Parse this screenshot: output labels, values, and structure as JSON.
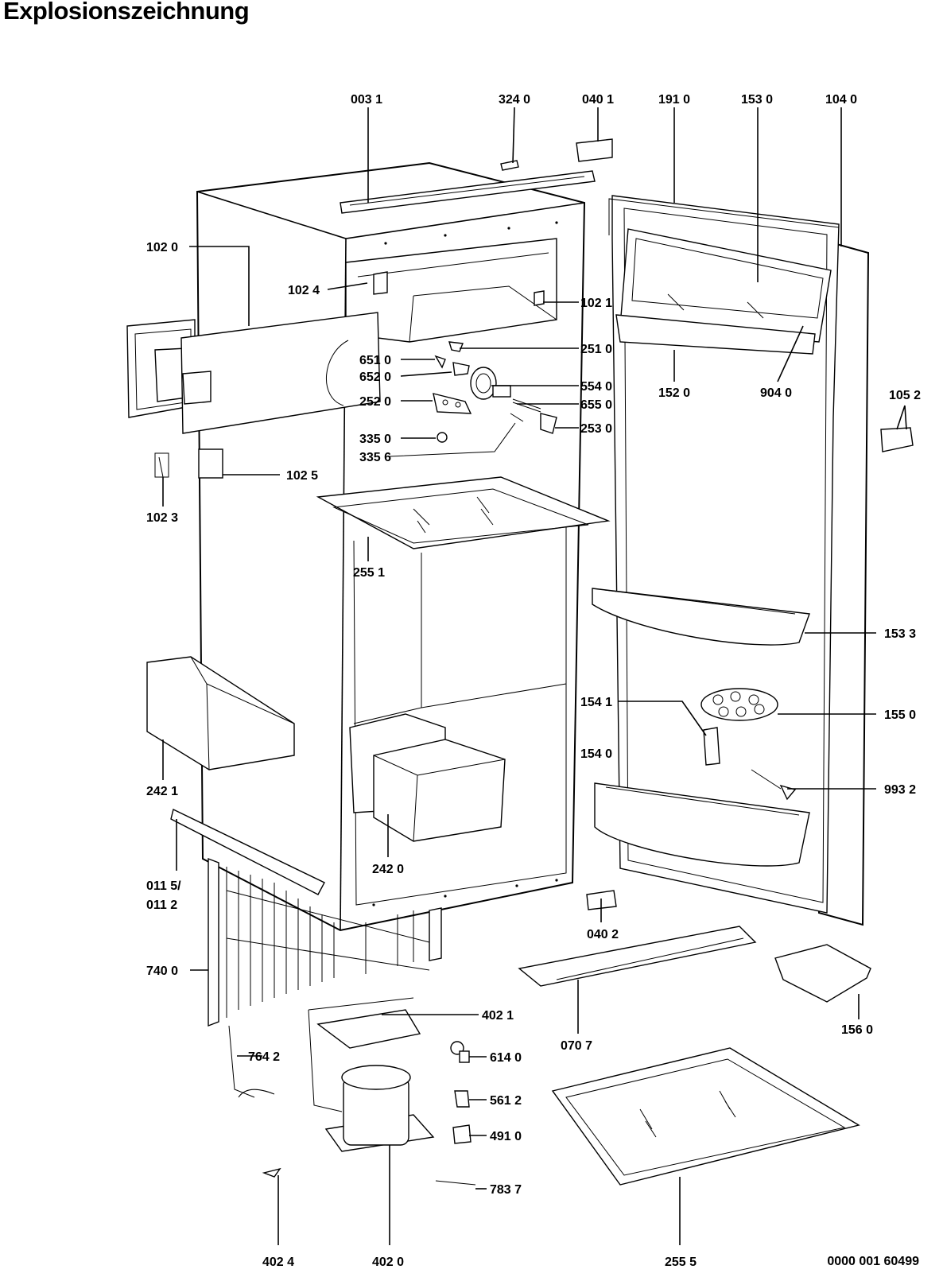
{
  "title": "Explosionszeichnung",
  "document_number": "0000 001 60499",
  "labels": [
    {
      "id": "p0031",
      "text": "003 1"
    },
    {
      "id": "p3240",
      "text": "324 0"
    },
    {
      "id": "p0401",
      "text": "040 1"
    },
    {
      "id": "p1910",
      "text": "191 0"
    },
    {
      "id": "p1530",
      "text": "153 0"
    },
    {
      "id": "p1040",
      "text": "104 0"
    },
    {
      "id": "p1020",
      "text": "102 0"
    },
    {
      "id": "p1024",
      "text": "102 4"
    },
    {
      "id": "p1021",
      "text": "102 1"
    },
    {
      "id": "p2510",
      "text": "251 0"
    },
    {
      "id": "p6510",
      "text": "651 0"
    },
    {
      "id": "p6520",
      "text": "652 0"
    },
    {
      "id": "p5540",
      "text": "554 0"
    },
    {
      "id": "p2520",
      "text": "252 0"
    },
    {
      "id": "p6550",
      "text": "655 0"
    },
    {
      "id": "p2530",
      "text": "253 0"
    },
    {
      "id": "p3350",
      "text": "335 0"
    },
    {
      "id": "p3356",
      "text": "335 6"
    },
    {
      "id": "p1520",
      "text": "152 0"
    },
    {
      "id": "p9040",
      "text": "904 0"
    },
    {
      "id": "p1052",
      "text": "105 2"
    },
    {
      "id": "p1025",
      "text": "102 5"
    },
    {
      "id": "p1023",
      "text": "102 3"
    },
    {
      "id": "p2551",
      "text": "255 1"
    },
    {
      "id": "p1533",
      "text": "153 3"
    },
    {
      "id": "p1541",
      "text": "154 1"
    },
    {
      "id": "p1550",
      "text": "155 0"
    },
    {
      "id": "p1540",
      "text": "154 0"
    },
    {
      "id": "p9932",
      "text": "993 2"
    },
    {
      "id": "p2421",
      "text": "242 1"
    },
    {
      "id": "p2420",
      "text": "242 0"
    },
    {
      "id": "p0115",
      "text": "011 5/"
    },
    {
      "id": "p0112",
      "text": "011 2"
    },
    {
      "id": "p0402",
      "text": "040 2"
    },
    {
      "id": "p7400",
      "text": "740 0"
    },
    {
      "id": "p4021",
      "text": "402 1"
    },
    {
      "id": "p0707",
      "text": "070 7"
    },
    {
      "id": "p1560",
      "text": "156 0"
    },
    {
      "id": "p6140",
      "text": "614 0"
    },
    {
      "id": "p7642",
      "text": "764 2"
    },
    {
      "id": "p5612",
      "text": "561 2"
    },
    {
      "id": "p4910",
      "text": "491 0"
    },
    {
      "id": "p7837",
      "text": "783 7"
    },
    {
      "id": "p4024",
      "text": "402 4"
    },
    {
      "id": "p4020",
      "text": "402 0"
    },
    {
      "id": "p2555",
      "text": "255 5"
    }
  ]
}
